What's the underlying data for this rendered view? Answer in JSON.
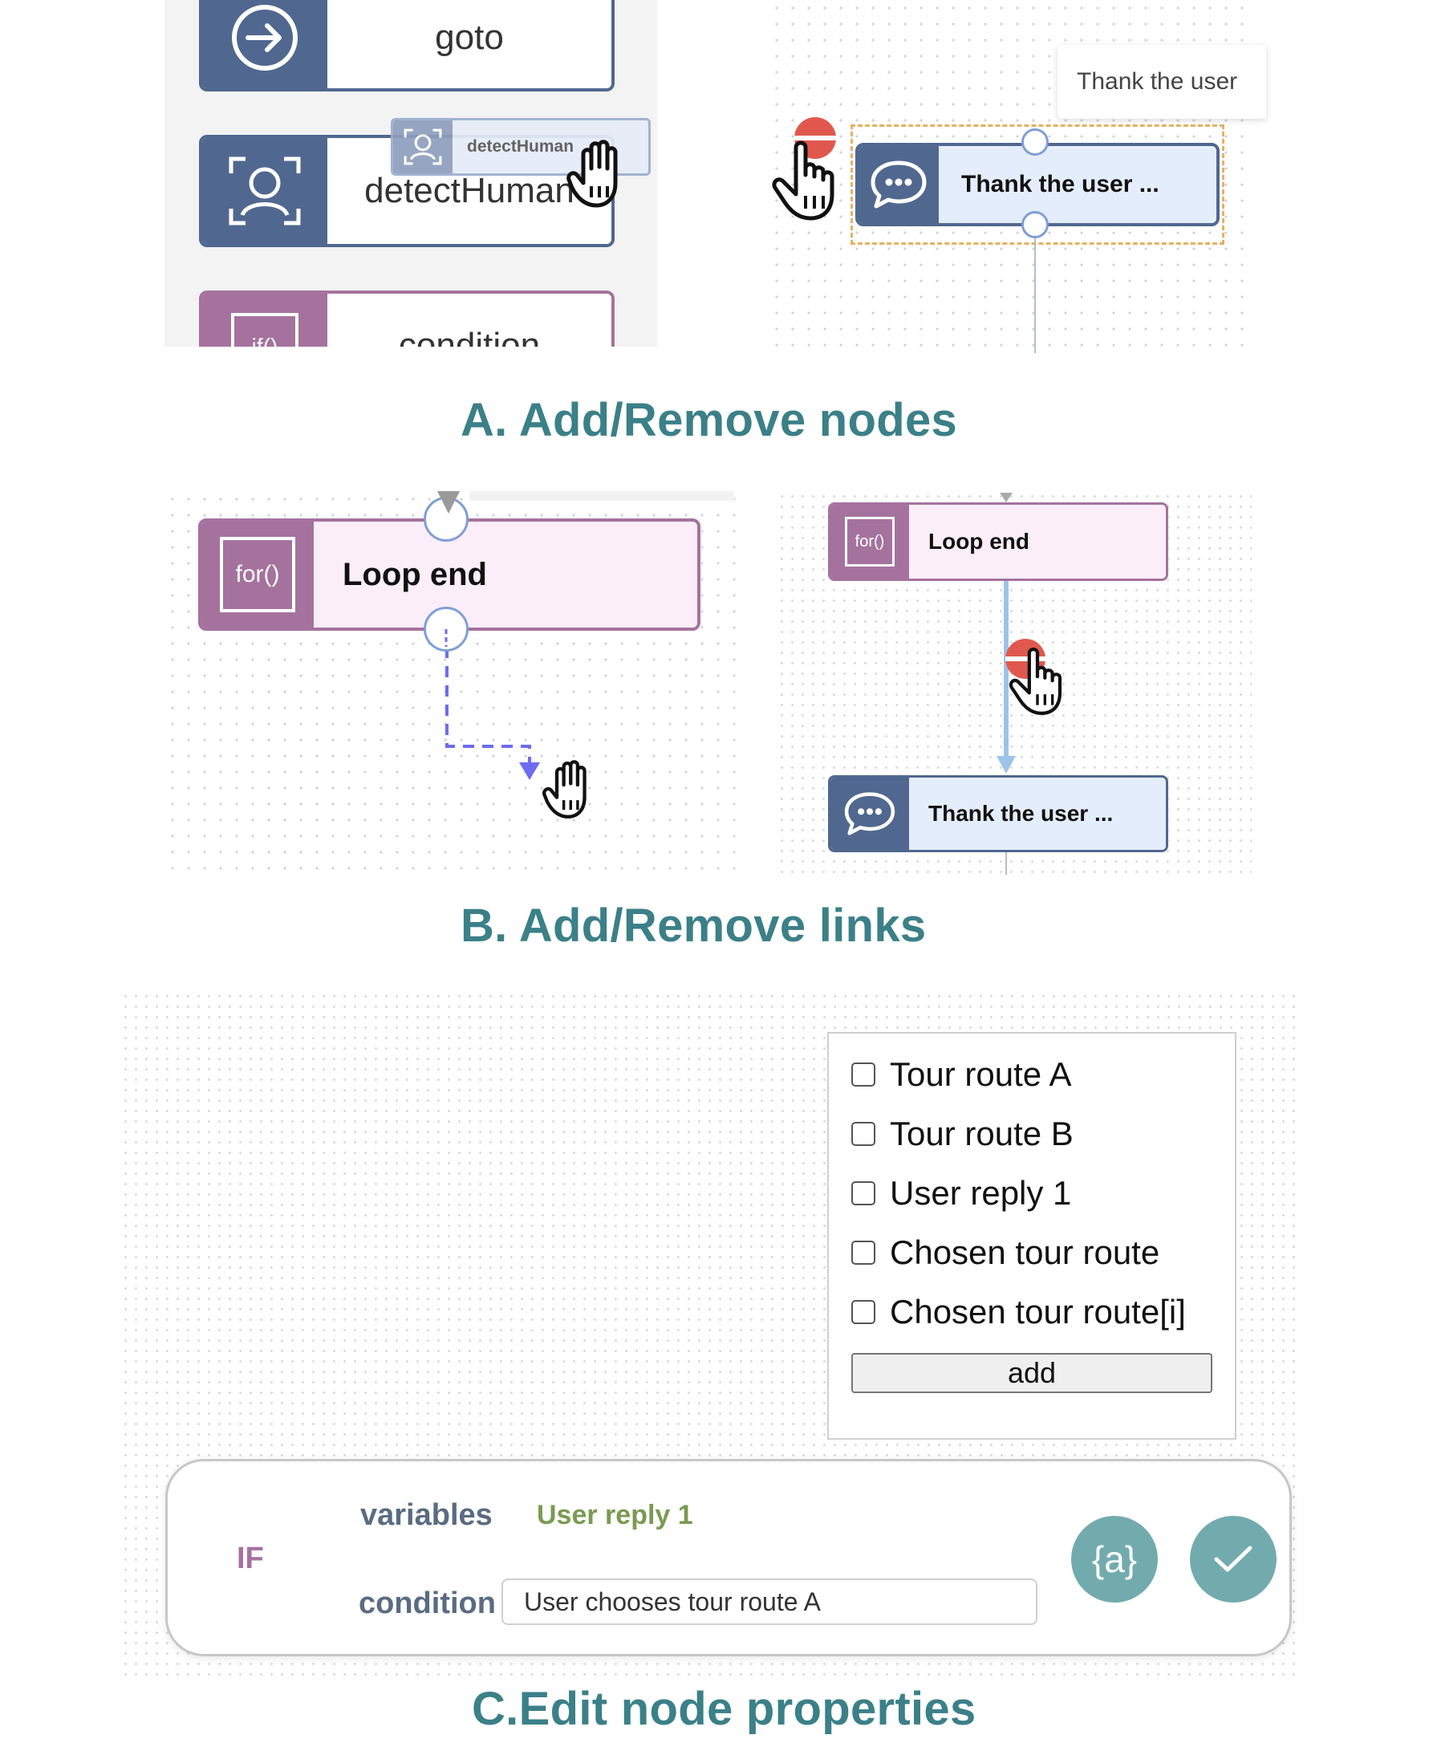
{
  "sectionA": {
    "title": "A. Add/Remove nodes",
    "palette": {
      "nodes": [
        {
          "label": "goto",
          "icon": "arrow-right-circle-icon"
        },
        {
          "label": "detectHuman",
          "icon": "face-scan-icon"
        },
        {
          "label": "condition",
          "icon": "if-icon",
          "icon_text": "if()"
        }
      ],
      "drag_ghost_label": "detectHuman"
    },
    "canvas": {
      "tooltip": "Thank the user",
      "node_label": "Thank the user ...",
      "node_icon": "chat-bubble-icon"
    }
  },
  "sectionB": {
    "title": "B. Add/Remove links",
    "left": {
      "node_label": "Loop end",
      "icon_text": "for()"
    },
    "right": {
      "top_node_label": "Loop end",
      "top_icon_text": "for()",
      "bottom_node_label": "Thank the user ...",
      "bottom_icon": "chat-bubble-icon"
    }
  },
  "sectionC": {
    "title": "C.Edit node properties",
    "variable_options": [
      "Tour route A",
      "Tour route B",
      "User reply 1",
      "Chosen tour route",
      "Chosen tour route[i]"
    ],
    "add_button": "add",
    "editor": {
      "if_label": "IF",
      "variables_label": "variables",
      "variables_value": "User reply 1",
      "condition_label": "condition",
      "condition_value": "User chooses tour route A",
      "var_button_text": "{a}",
      "confirm_icon": "check-icon"
    }
  },
  "colors": {
    "title_teal": "#3b8088",
    "node_blue": "#50688f",
    "node_blue_fill": "#e4edfb",
    "node_purple": "#a5729e",
    "node_purple_fill": "#fbeef8",
    "remove_red": "#e0584d",
    "link_blue": "#9ec3e8",
    "drag_link": "#6c6cf0",
    "round_button": "#72abae",
    "variable_green": "#7a9a52",
    "if_purple": "#a5729e"
  }
}
